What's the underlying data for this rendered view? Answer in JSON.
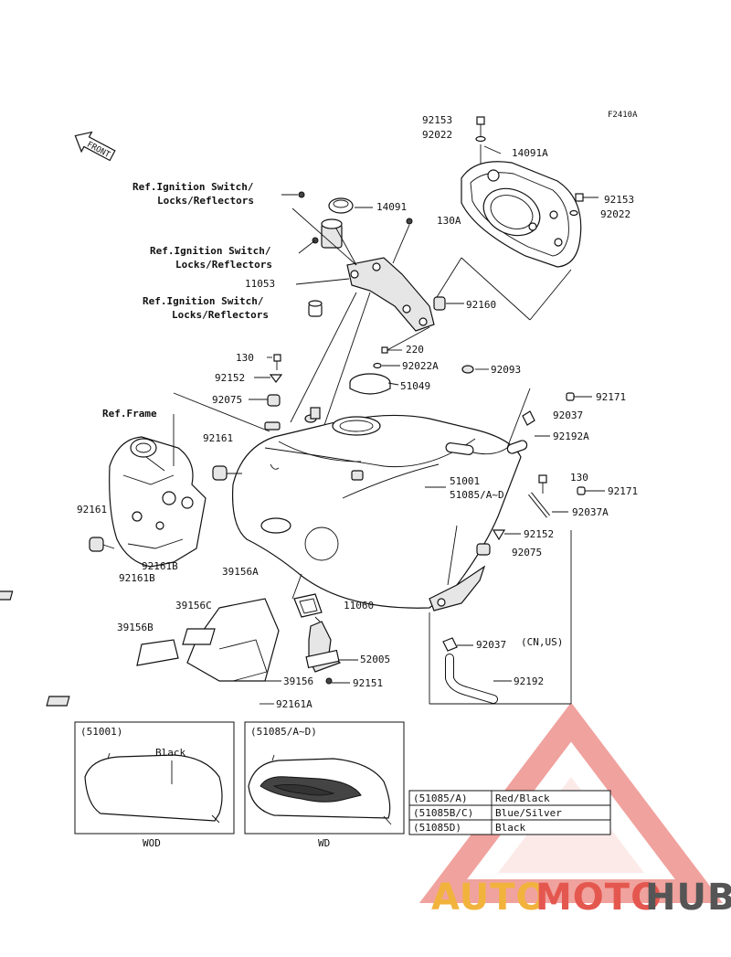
{
  "diagram_code": "F2410A",
  "front_label": "FRONT",
  "ref_labels": {
    "ignition_1_a": "Ref.Ignition Switch/",
    "ignition_1_b": "Locks/Reflectors",
    "ignition_2_a": "Ref.Ignition Switch/",
    "ignition_2_b": "Locks/Reflectors",
    "ignition_3_a": "Ref.Ignition Switch/",
    "ignition_3_b": "Locks/Reflectors",
    "frame": "Ref.Frame"
  },
  "parts": {
    "p92153_top": "92153",
    "p92022_top": "92022",
    "p14091A": "14091A",
    "p92153_r": "92153",
    "p92022_r": "92022",
    "p130A": "130A",
    "p14091": "14091",
    "p11053": "11053",
    "p92160": "92160",
    "p220": "220",
    "p92022A": "92022A",
    "p92093": "92093",
    "p130_l": "130",
    "p92152_l": "92152",
    "p92075_l": "92075",
    "p51049": "51049",
    "p92171_a": "92171",
    "p92037_a": "92037",
    "p92192A": "92192A",
    "p92161_a": "92161",
    "p51001": "51001",
    "p51085": "51085/A~D",
    "p130_r": "130",
    "p92171_b": "92171",
    "p92037A": "92037A",
    "p92161_b": "92161",
    "p92152_r": "92152",
    "p92075_r": "92075",
    "p92161B": "92161B",
    "p92161B_2": "92161B",
    "p39156A": "39156A",
    "p39156C": "39156C",
    "p11060": "11060",
    "p39156B": "39156B",
    "p92037_b": "92037",
    "p92037_note": "(CN,US)",
    "p52005": "52005",
    "p39156": "39156",
    "p92151": "92151",
    "p92192": "92192",
    "p92161A": "92161A"
  },
  "inset_left": {
    "title": "(51001)",
    "color_label": "Black",
    "variant": "WOD"
  },
  "inset_right": {
    "title": "(51085/A~D)",
    "variant": "WD"
  },
  "color_table": [
    {
      "code": "(51085/A)",
      "color": "Red/Black"
    },
    {
      "code": "(51085B/C)",
      "color": "Blue/Silver"
    },
    {
      "code": "(51085D)",
      "color": "Black"
    }
  ],
  "watermark": {
    "part1": "AUTO",
    "part2": "MOTO",
    "part3": "HUB",
    "color1": "#f2b33d",
    "color2": "#e4574f",
    "color3": "#555555"
  }
}
